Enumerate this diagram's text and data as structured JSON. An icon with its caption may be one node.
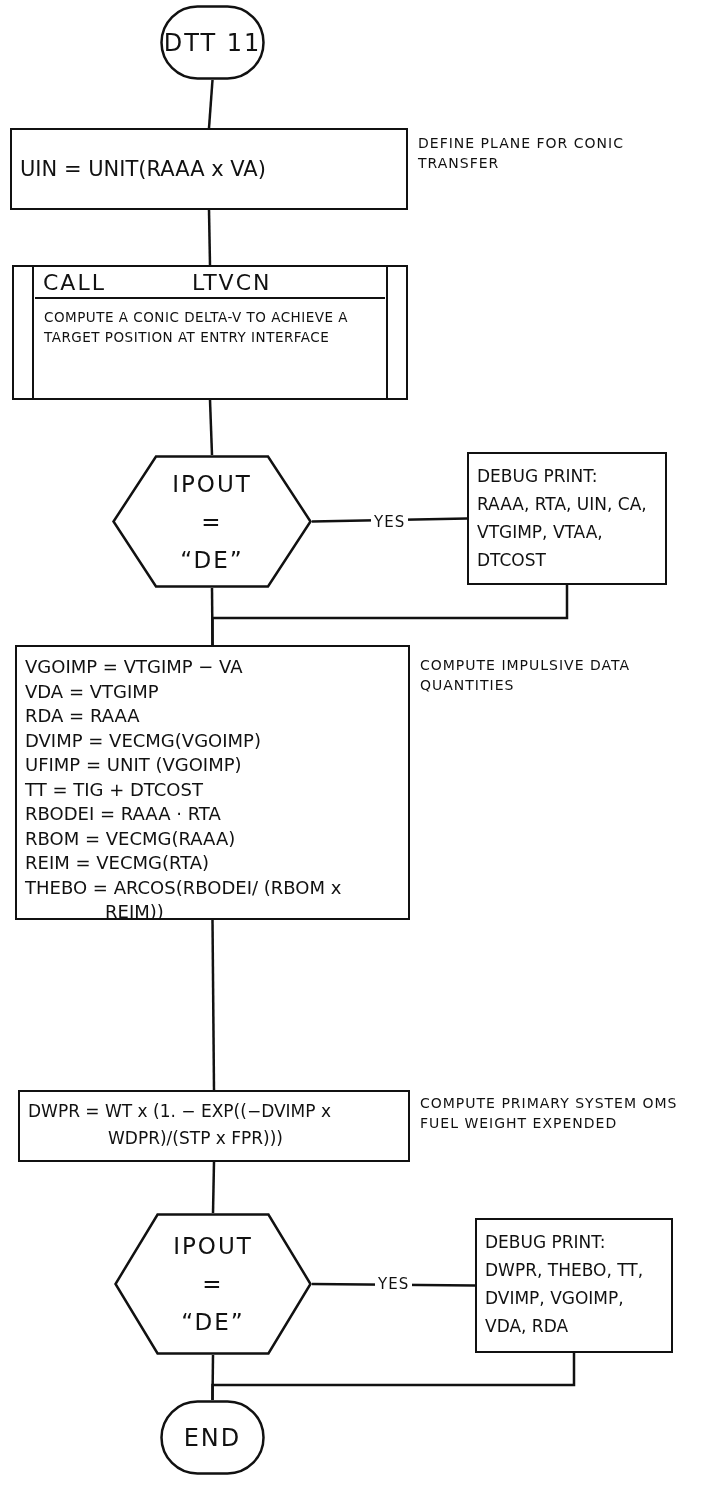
{
  "diagram": {
    "nodes": [
      {
        "text": [
          "DTT 11"
        ]
      },
      {
        "text": [
          "UIN = UNIT(RAAA x VA)"
        ],
        "beside": [
          "DEFINE PLANE FOR CONIC TRANSFER"
        ]
      },
      {
        "text": [
          "CALL LTVCN",
          "COMPUTE A CONIC DELTA-V TO ACHIEVE A TARGET POSITION AT ENTRY INTERFACE"
        ]
      },
      {
        "text": [
          "IPOUT",
          "=",
          "“DE”"
        ]
      },
      {
        "text": [
          "DEBUG PRINT:",
          "RAAA, RTA, UIN, CA, VTGIMP, VTAA, DTCOST"
        ]
      },
      {
        "text": [
          "VGOIMP = VTGIMP − VA",
          "VDA = VTGIMP",
          "RDA = RAAA",
          "DVIMP = VECMG(VGOIMP)",
          "UFIMP = UNIT (VGOIMP)",
          "TT = TIG + DTCOST",
          "RBODEI = RAAA · RTA",
          "RBOM = VECMG(RAAA)",
          "REIM = VECMG(RTA)",
          "THEBO = ARCOS(RBODEI/ (RBOM x REIM))"
        ],
        "beside": [
          "COMPUTE IMPULSIVE DATA QUANTITIES"
        ]
      },
      {
        "text": [
          "DWPR = WT x (1. − EXP((−DVIMP x WDPR)/(STP x FPR)))"
        ],
        "beside": [
          "COMPUTE PRIMARY SYSTEM OMS FUEL WEIGHT EXPENDED"
        ]
      },
      {
        "text": [
          "IPOUT",
          "=",
          "“DE”"
        ]
      },
      {
        "text": [
          "DEBUG PRINT:",
          "DWPR, THEBO, TT, DVIMP, VGOIMP, VDA, RDA"
        ]
      },
      {
        "text": [
          "END"
        ]
      }
    ],
    "edges": [
      {
        "from": 0,
        "to": 1,
        "arrow": "none"
      },
      {
        "from": 1,
        "to": 2,
        "arrow": "none"
      },
      {
        "from": 2,
        "to": 3,
        "arrow": "none"
      },
      {
        "from": 3,
        "to": 4,
        "arrow": "none",
        "label": "YES"
      },
      {
        "from": 4,
        "to": 5,
        "arrow": "none"
      },
      {
        "from": 3,
        "to": 5,
        "arrow": "none"
      },
      {
        "from": 5,
        "to": 6,
        "arrow": "none"
      },
      {
        "from": 6,
        "to": 7,
        "arrow": "none"
      },
      {
        "from": 7,
        "to": 8,
        "arrow": "none",
        "label": "YES"
      },
      {
        "from": 8,
        "to": 9,
        "arrow": "none"
      },
      {
        "from": 7,
        "to": 9,
        "arrow": "none"
      }
    ]
  }
}
